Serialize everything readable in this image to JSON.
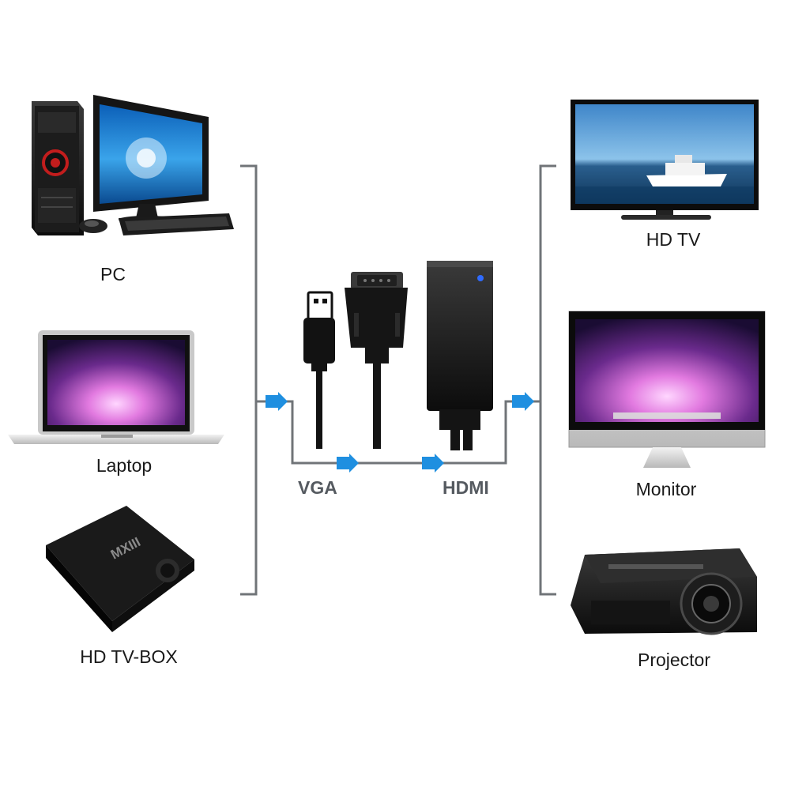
{
  "sources": [
    {
      "key": "pc",
      "label": "PC",
      "icon": "desktop-pc-icon"
    },
    {
      "key": "laptop",
      "label": "Laptop",
      "icon": "laptop-icon"
    },
    {
      "key": "tvbox",
      "label": "HD TV-BOX",
      "icon": "tv-box-icon",
      "logo_text": "MXIII"
    }
  ],
  "adapter": {
    "input_label": "VGA",
    "output_label": "HDMI",
    "icons": [
      "usb-plug-icon",
      "vga-plug-icon",
      "hdmi-adapter-icon"
    ]
  },
  "destinations": [
    {
      "key": "hdtv",
      "label": "HD TV",
      "icon": "hd-tv-icon"
    },
    {
      "key": "monitor",
      "label": "Monitor",
      "icon": "monitor-icon"
    },
    {
      "key": "projector",
      "label": "Projector",
      "icon": "projector-icon"
    }
  ],
  "colors": {
    "arrow": "#1f8fe0",
    "bracket": "#707478",
    "text": "#1a1a1a",
    "flow_text": "#555a60",
    "device_body": "#141414"
  }
}
